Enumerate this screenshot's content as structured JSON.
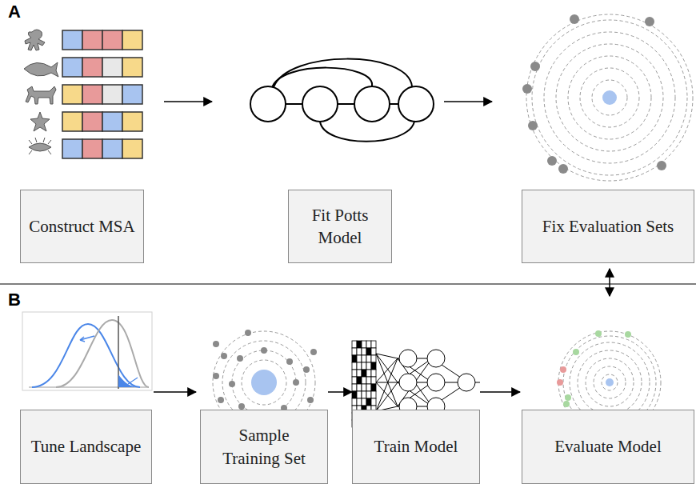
{
  "diagram": {
    "nodes": [
      {
        "text": [
          "Construct MSA"
        ]
      },
      {
        "text": [
          "Fit Potts Model"
        ]
      },
      {
        "text": [
          "Fix Evaluation Sets"
        ]
      },
      {
        "text": [
          "Tune Landscape"
        ]
      },
      {
        "text": [
          "Sample Training Set"
        ]
      },
      {
        "text": [
          "Train Model"
        ]
      },
      {
        "text": [
          "Evaluate Model"
        ]
      }
    ],
    "edges": [
      {
        "from": 0,
        "to": 1,
        "arrow": "to"
      },
      {
        "from": 1,
        "to": 2,
        "arrow": "to"
      },
      {
        "from": 2,
        "to": 6,
        "arrow": "both"
      },
      {
        "from": 3,
        "to": 4,
        "arrow": "to"
      },
      {
        "from": 4,
        "to": 5,
        "arrow": "to"
      },
      {
        "from": 5,
        "to": 6,
        "arrow": "to"
      }
    ],
    "labels": [
      "A",
      "B"
    ]
  }
}
